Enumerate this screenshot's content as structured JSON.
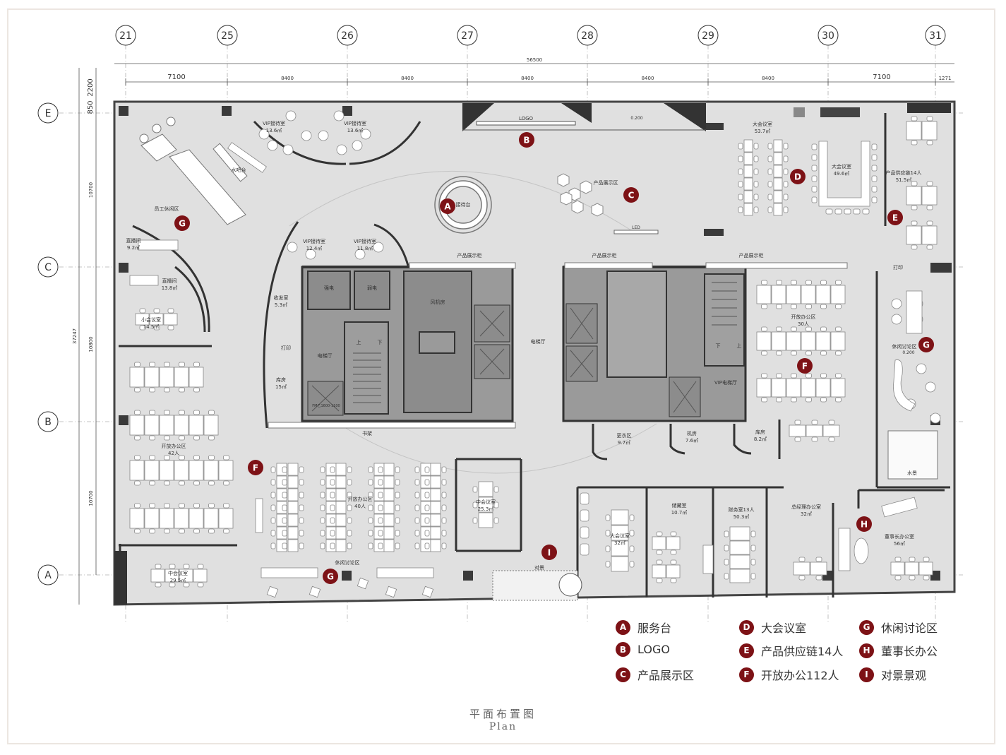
{
  "grid": {
    "columns": [
      "21",
      "25",
      "26",
      "27",
      "28",
      "29",
      "30",
      "31"
    ],
    "rows": [
      "E",
      "C",
      "B",
      "A"
    ]
  },
  "dimensions": {
    "overall": "56500",
    "top_spans": [
      "7100",
      "8400",
      "8400",
      "8400",
      "8400",
      "8400",
      "7100",
      "1271"
    ],
    "left_total": "37247",
    "left_top": "2200",
    "left_small": "850",
    "left_spans": [
      "10700",
      "10800",
      "10700"
    ]
  },
  "rooms": {
    "vip_reception_1": "VIP接待室",
    "vip_reception_1_area": "13.6㎡",
    "vip_reception_2": "VIP接待室",
    "vip_reception_2_area": "13.6㎡",
    "water_bar": "水吧台",
    "staff_lounge": "员工休闲区",
    "logo_wall": "LOGO",
    "dim_0200": "0.200",
    "reception_desk": "接待台",
    "product_display_area": "产品展示区",
    "led": "LED",
    "big_meeting_1": "大会议室",
    "big_meeting_1_area": "53.7㎡",
    "big_meeting_2": "大会议室",
    "big_meeting_2_area": "49.6㎡",
    "supply_chain": "产品供应链14人",
    "supply_chain_area": "51.5㎡",
    "live_room_1": "直播间",
    "live_room_1_area": "9.2㎡",
    "live_room_2": "直播间",
    "live_room_2_area": "13.8㎡",
    "vip_reception_3": "VIP接待室",
    "vip_reception_3_area": "12.4㎡",
    "vip_reception_4": "VIP接待室",
    "vip_reception_4_area": "11.8㎡",
    "display_cabinet_1": "产品展示柜",
    "display_cabinet_2": "产品展示柜",
    "display_cabinet_3": "产品展示柜",
    "mailroom": "收发室",
    "mailroom_area": "5.3㎡",
    "strong_elec": "强电",
    "weak_elec": "弱电",
    "fan_room": "风机房",
    "elevator_hall_1": "电梯厅",
    "elevator_hall_2": "电梯厅",
    "vip_elevator_hall": "VIP电梯厅",
    "small_meeting": "小会议室",
    "small_meeting_area": "14.5㎡",
    "print_1": "打印",
    "print_2": "打印",
    "storage_1": "库房",
    "storage_1_area": "15㎡",
    "storage_2": "库房",
    "storage_2_area": "8.2㎡",
    "fire_door": "FM乙1600-1100",
    "stair_up": "上",
    "stair_down": "下",
    "stair_up_2": "上",
    "stair_down_2": "下",
    "open_office_1": "开放办公区",
    "open_office_1_count": "42人",
    "open_office_2": "开放办公区",
    "open_office_2_count": "40人",
    "open_office_3": "开放办公区",
    "open_office_3_count": "30人",
    "lounge_right": "休闲讨论区",
    "lounge_dim": "0.200",
    "bookshelf": "书架",
    "locker_room": "更衣区",
    "locker_room_area": "9.7㎡",
    "machine_room": "机房",
    "machine_room_area": "7.6㎡",
    "mid_meeting_1": "中会议室",
    "mid_meeting_1_area": "25.3㎡",
    "mid_meeting_2": "中会议室",
    "mid_meeting_2_area": "29.5㎡",
    "water_feature": "水景",
    "big_meeting_3": "大会议室",
    "big_meeting_3_area": "32㎡",
    "archive_room": "储藏室",
    "archive_room_area": "10.7㎡",
    "finance_room": "财务室13人",
    "finance_room_area": "50.3㎡",
    "gm_office": "总经理办公室",
    "gm_office_area": "32㎡",
    "chairman_office": "董事长办公室",
    "chairman_office_area": "56㎡",
    "discussion_area": "休闲讨论区",
    "scenery": "对景"
  },
  "markers": [
    "A",
    "B",
    "C",
    "D",
    "E",
    "F",
    "G",
    "H",
    "I"
  ],
  "legend": [
    {
      "letter": "A",
      "label": "服务台"
    },
    {
      "letter": "B",
      "label": "LOGO"
    },
    {
      "letter": "C",
      "label": "产品展示区"
    },
    {
      "letter": "D",
      "label": "大会议室"
    },
    {
      "letter": "E",
      "label": "产品供应链14人"
    },
    {
      "letter": "F",
      "label": "开放办公112人"
    },
    {
      "letter": "G",
      "label": "休闲讨论区"
    },
    {
      "letter": "H",
      "label": "董事长办公"
    },
    {
      "letter": "I",
      "label": "对景景观"
    }
  ],
  "caption": {
    "title_cn": "平面布置图",
    "title_en": "Plan"
  },
  "colors": {
    "marker": "#7d1216",
    "floor": "#e0e0e0",
    "core": "#9a9a9a",
    "wall": "#333333"
  }
}
